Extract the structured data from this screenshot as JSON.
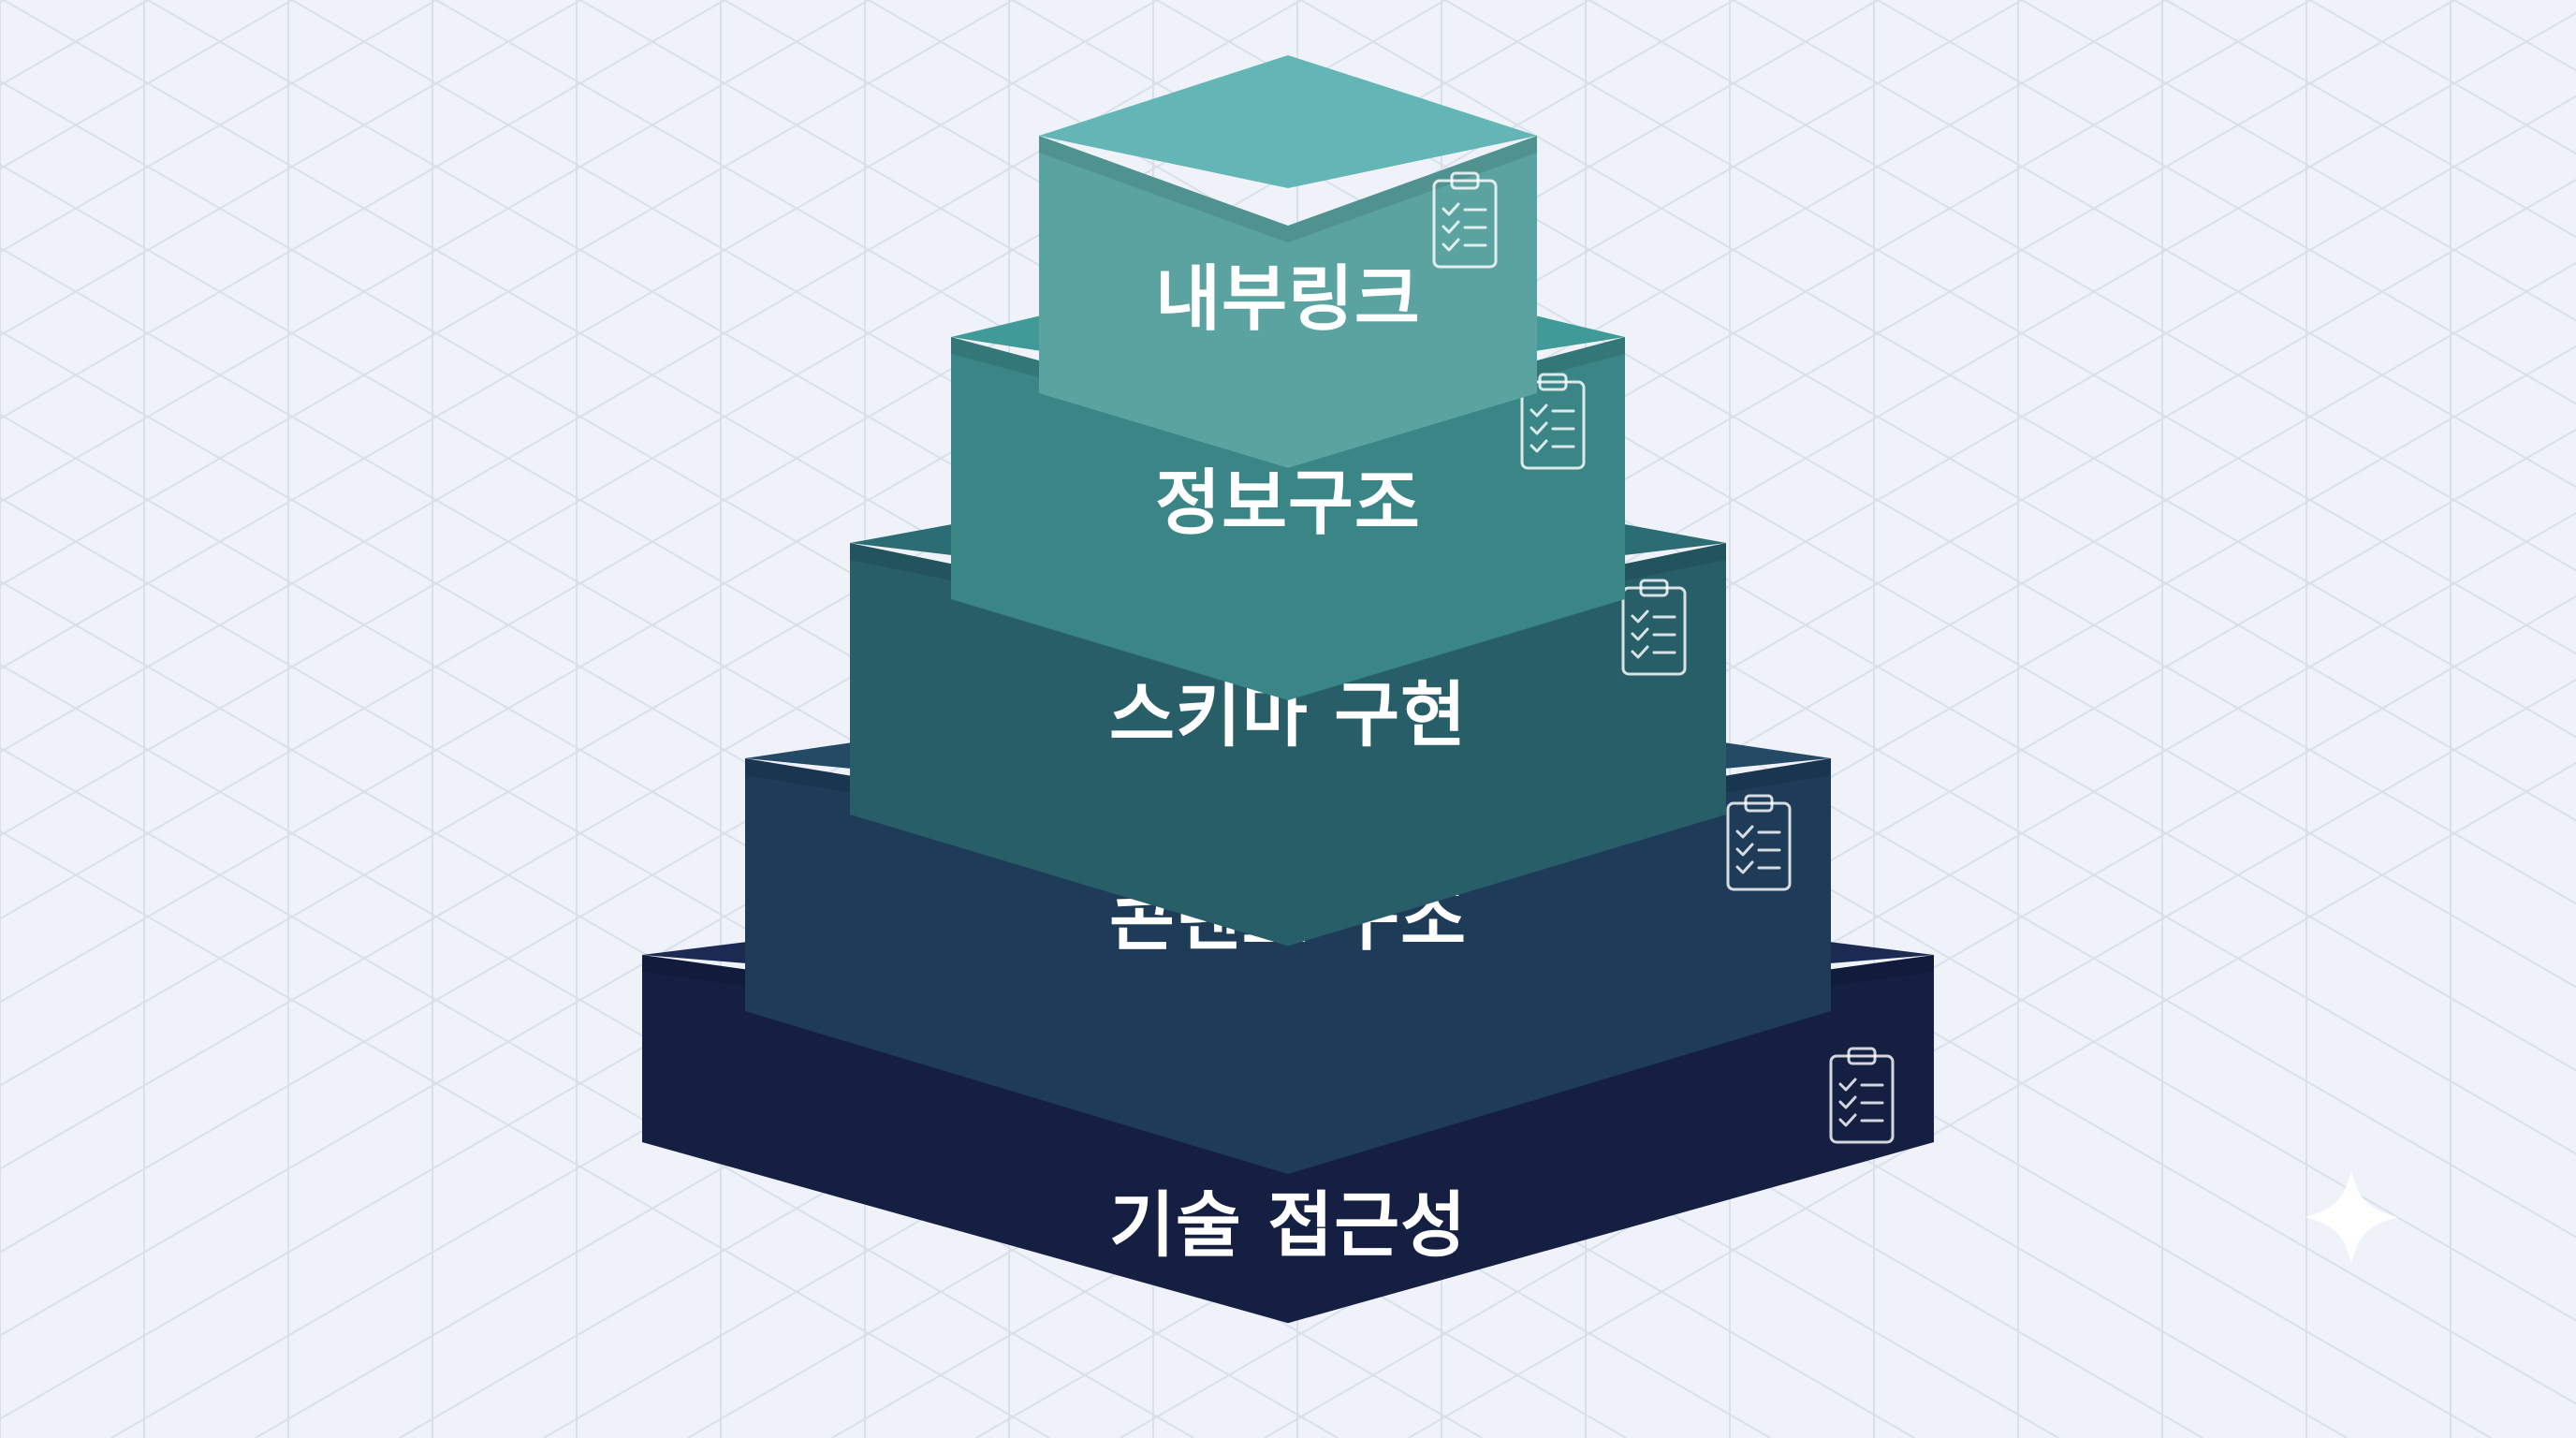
{
  "diagram": {
    "type": "stepped-pyramid",
    "tiers": [
      {
        "label": "내부링크",
        "icon": "clipboard-checklist-icon",
        "top_color": "#63b6b5",
        "front_color": "#5aa3a0"
      },
      {
        "label": "정보구조",
        "icon": "clipboard-checklist-icon",
        "top_color": "#3f9a98",
        "front_color": "#3a8586"
      },
      {
        "label": "스키마 구현",
        "icon": "clipboard-checklist-icon",
        "top_color": "#2c6c74",
        "front_color": "#285e68"
      },
      {
        "label": "콘텐츠 구조",
        "icon": "clipboard-checklist-icon",
        "top_color": "#254a66",
        "front_color": "#1e3c58"
      },
      {
        "label": "기술 접근성",
        "icon": "clipboard-checklist-icon",
        "top_color": "#1d2a52",
        "front_color": "#141f42"
      }
    ],
    "background_color": "#eff3f9",
    "corner_mark_icon": "sparkle-icon"
  }
}
